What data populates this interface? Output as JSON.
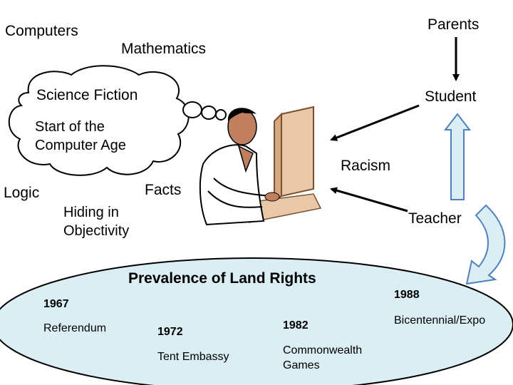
{
  "labels": {
    "computers": "Computers",
    "mathematics": "Mathematics",
    "parents": "Parents",
    "student": "Student",
    "science_fiction": "Science Fiction",
    "start_line1": "Start of the",
    "start_line2": "Computer Age",
    "racism": "Racism",
    "logic": "Logic",
    "facts": "Facts",
    "hiding_line1": "Hiding in",
    "hiding_line2": "Objectivity",
    "teacher": "Teacher"
  },
  "timeline": {
    "title": "Prevalence of Land Rights",
    "events": [
      {
        "year": "1967",
        "label": "Referendum"
      },
      {
        "year": "1972",
        "label": "Tent Embassy"
      },
      {
        "year": "1982",
        "label_line1": "Commonwealth",
        "label_line2": "Games"
      },
      {
        "year": "1988",
        "label": "Bicentennial/Expo"
      }
    ]
  },
  "colors": {
    "cloud_fill": "#ffffff",
    "cloud_stroke": "#000000",
    "ellipse_fill": "#daeef3",
    "blue_arrow_fill": "#daeef3",
    "blue_arrow_stroke": "#4f81bd",
    "skin": "#c08060",
    "monitor": "#e8c8a8"
  }
}
